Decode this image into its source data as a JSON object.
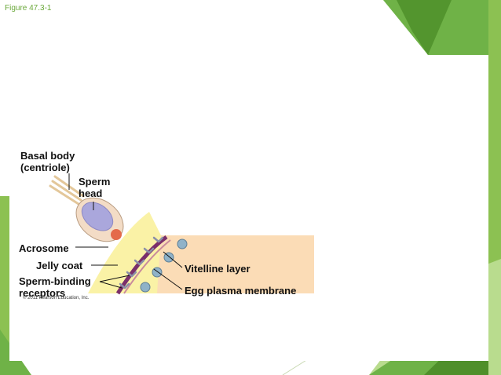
{
  "slide": {
    "figure_label": "Figure 47.3-1"
  },
  "labels": {
    "basal_body_line1": "Basal body",
    "basal_body_line2": "(centriole)",
    "sperm_head_line1": "Sperm",
    "sperm_head_line2": "head",
    "acrosome": "Acrosome",
    "jelly_coat": "Jelly coat",
    "receptors_line1": "Sperm-binding",
    "receptors_line2": "receptors",
    "vitelline_layer": "Vitelline layer",
    "egg_plasma_membrane": "Egg plasma membrane"
  },
  "copyright": "© 2011 Pearson Education, Inc.",
  "colors": {
    "accent_green": "#6aa83a",
    "dark_green": "#4f8f2a",
    "light_green": "#b9dc8e",
    "jelly_coat": "#faf2a6",
    "egg_cytoplasm": "#fbdcb6",
    "vitelline": "#7a2f6b",
    "sperm_head": "#aaa7dc"
  }
}
